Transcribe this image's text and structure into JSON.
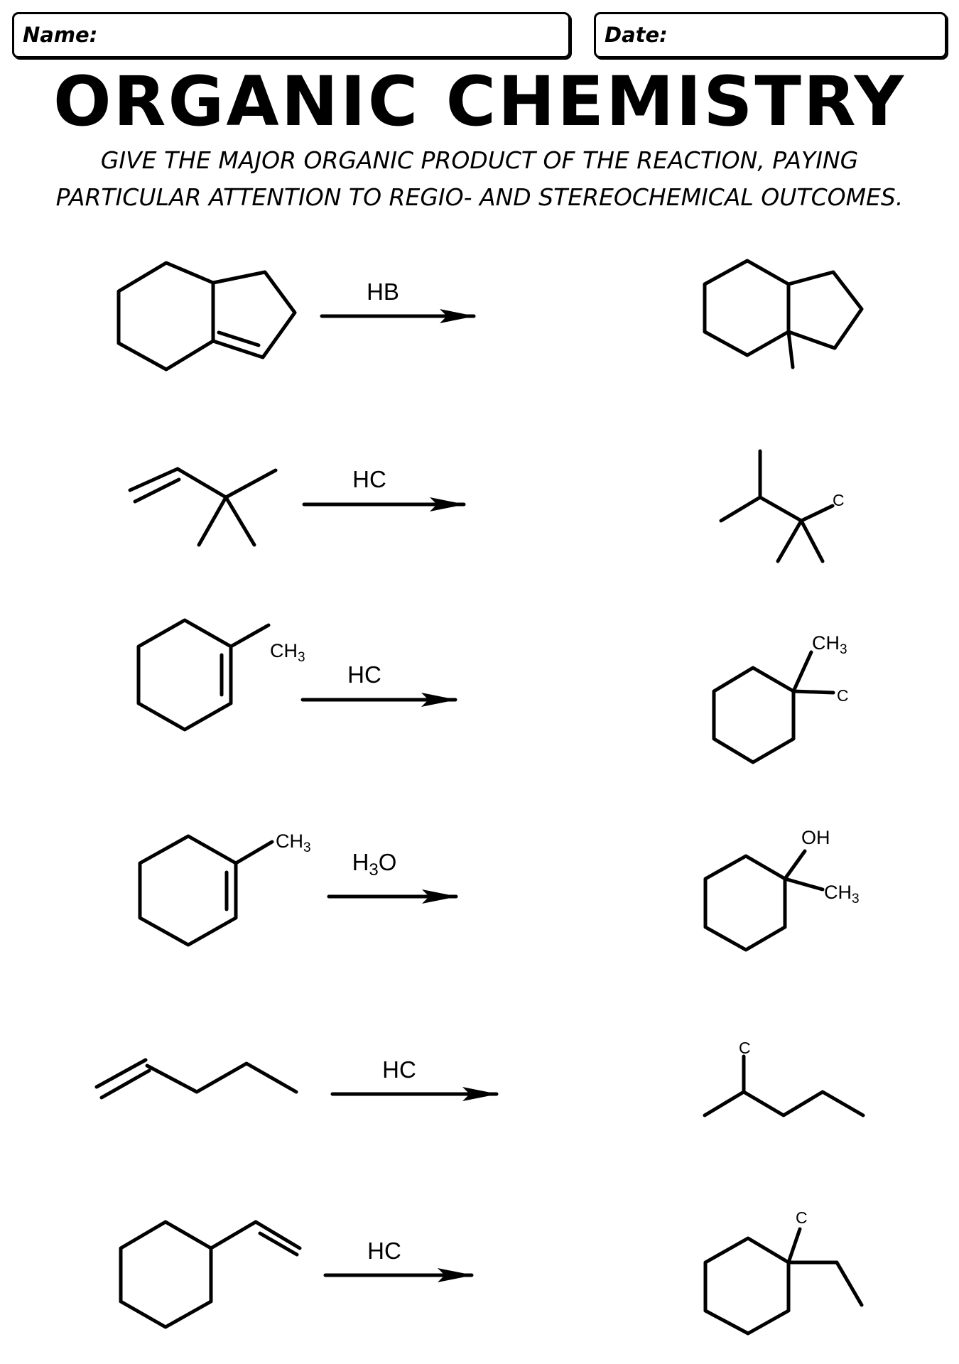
{
  "header": {
    "name_label": "Name:",
    "date_label": "Date:"
  },
  "title": "ORGANIC CHEMISTRY",
  "instructions": {
    "line1": "GIVE THE MAJOR ORGANIC PRODUCT OF THE REACTION, PAYING",
    "line2": "PARTICULAR ATTENTION TO REGIO- AND STEREOCHEMICAL OUTCOMES."
  },
  "reactions": [
    {
      "reagent": "HB",
      "product_labels": []
    },
    {
      "reagent": "HC",
      "product_labels": [
        "C"
      ]
    },
    {
      "reagent": "HC",
      "reactant_labels": [
        "CH3"
      ],
      "product_labels": [
        "CH3",
        "C"
      ]
    },
    {
      "reagent": "H3O",
      "reactant_labels": [
        "CH3"
      ],
      "product_labels": [
        "OH",
        "CH3"
      ]
    },
    {
      "reagent": "HC",
      "product_labels": [
        "C"
      ]
    },
    {
      "reagent": "HC",
      "product_labels": [
        "C"
      ]
    }
  ]
}
